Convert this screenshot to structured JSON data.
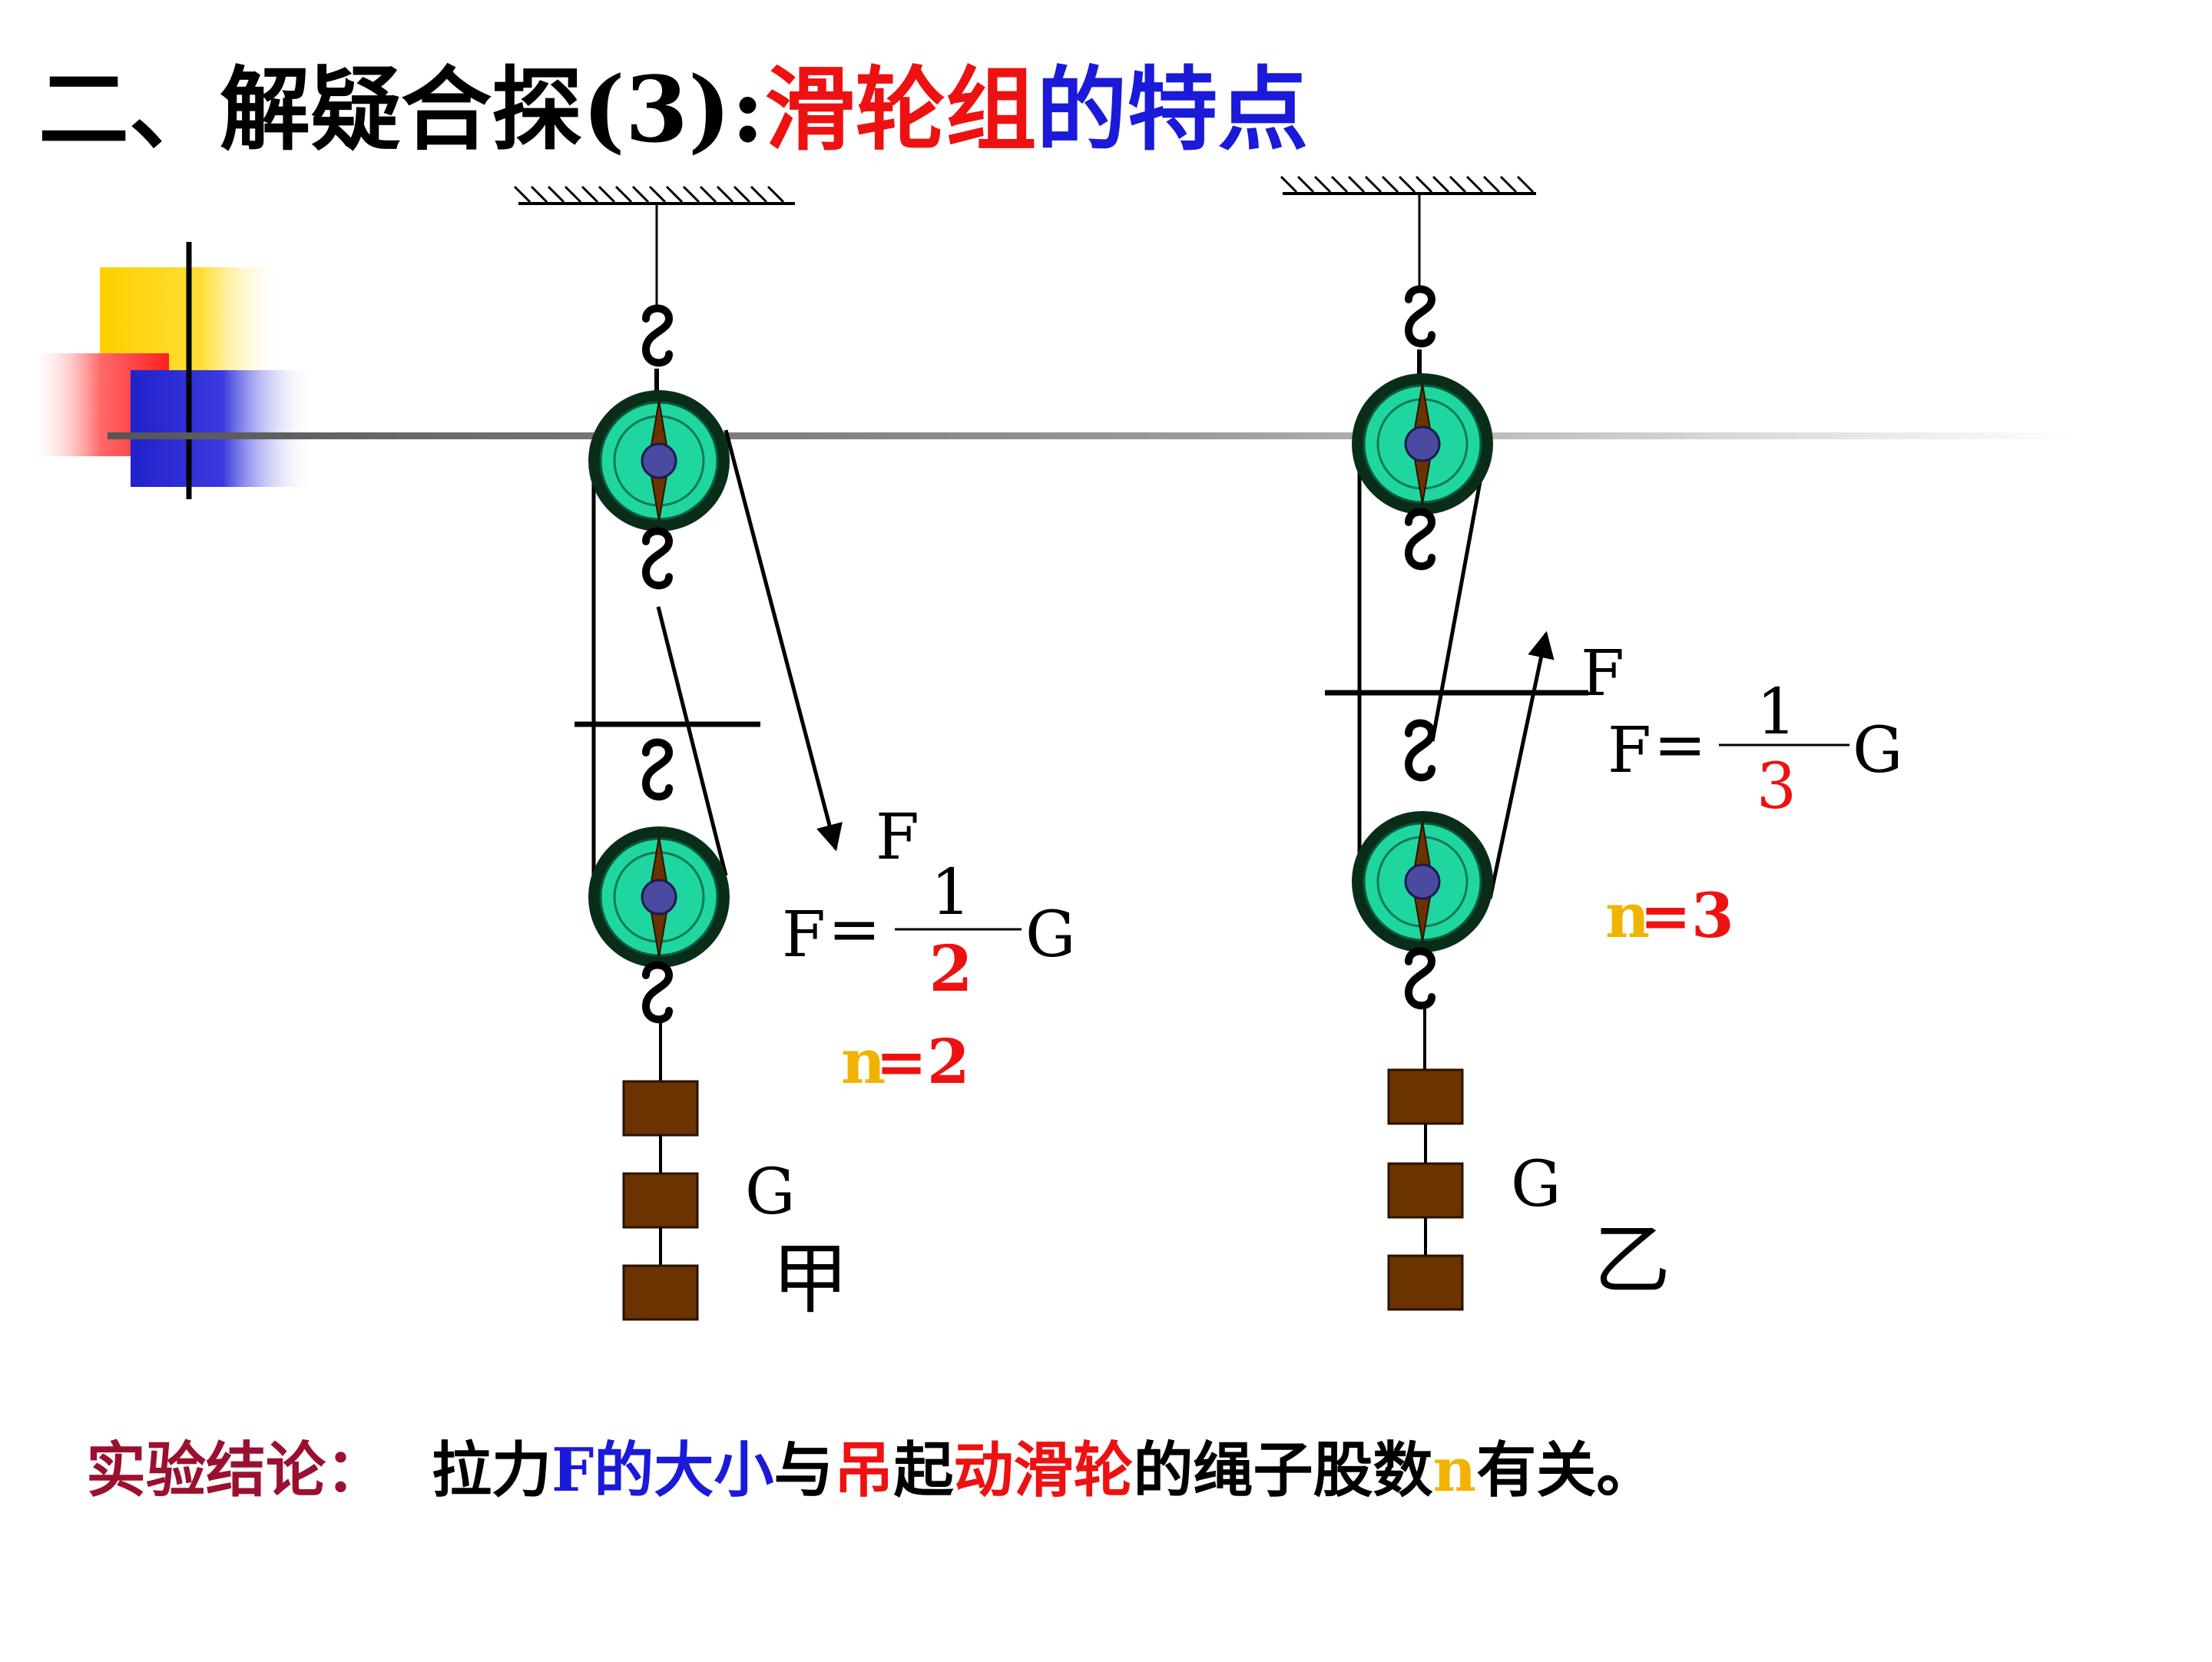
{
  "title": {
    "prefix": "二、解疑合探(3): ",
    "part1": "滑轮组",
    "part2": "的",
    "part3": "特点"
  },
  "colors": {
    "black": "#000000",
    "red": "#ee1111",
    "blue": "#1a1ad8",
    "yellow": "#f0b400",
    "maroon": "#9a1030",
    "pulley_fill": "#1fd6a0",
    "pulley_ring": "#0a2d18",
    "axle": "#4a4aa0",
    "weight": "#6b3300"
  },
  "decor": {
    "icon": "corner-squares-decoration"
  },
  "diagram_a": {
    "force_label": "F",
    "formula_lhs": "F",
    "formula_eq": "=",
    "formula_numer": "1",
    "formula_denom": "2",
    "formula_rhs": "G",
    "n_letter": "n",
    "n_value": "=2",
    "weight_label": "G",
    "caption": "甲"
  },
  "diagram_b": {
    "force_label": "F",
    "formula_lhs": "F",
    "formula_eq": "=",
    "formula_numer": "1",
    "formula_denom": "3",
    "formula_rhs": "G",
    "n_letter": "n",
    "n_value": "=3",
    "weight_label": "G",
    "caption": "乙"
  },
  "conclusion": {
    "label": "实验结论：",
    "t1": "拉力",
    "t2": "F的大小",
    "t3": "与",
    "t4": "吊",
    "t5": "起",
    "t6": "动滑轮",
    "t7": "的绳子股数",
    "t8": "n",
    "t9": "有关。"
  }
}
